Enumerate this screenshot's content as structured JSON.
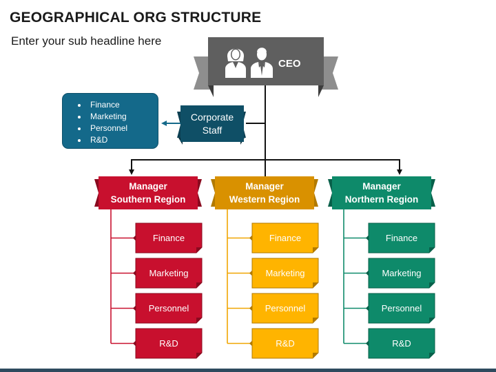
{
  "header": {
    "title": "GEOGRAPHICAL ORG STRUCTURE",
    "subtitle": "Enter your sub headline here"
  },
  "ceo": {
    "label": "CEO",
    "icons": [
      "businesswoman-icon",
      "businessman-icon"
    ]
  },
  "corporate_staff": {
    "label_line1": "Corporate",
    "label_line2": "Staff",
    "items": [
      "Finance",
      "Marketing",
      "Personnel",
      "R&D"
    ]
  },
  "regions": [
    {
      "title_line1": "Manager",
      "title_line2": "Southern Region",
      "units": [
        "Finance",
        "Marketing",
        "Personnel",
        "R&D"
      ]
    },
    {
      "title_line1": "Manager",
      "title_line2": "Western Region",
      "units": [
        "Finance",
        "Marketing",
        "Personnel",
        "R&D"
      ]
    },
    {
      "title_line1": "Manager",
      "title_line2": "Northern Region",
      "units": [
        "Finance",
        "Marketing",
        "Personnel",
        "R&D"
      ]
    }
  ],
  "colors": {
    "ceo": "#5f5f5f",
    "ceo_ribbon": "#8e8e8e",
    "corporate": "#0f4f66",
    "corporate_list": "#14698a",
    "southern": "#c8102e",
    "southern_dark": "#8a0a1f",
    "western": "#f0a500",
    "western_dark": "#b27a00",
    "northern": "#0e8a6a",
    "northern_dark": "#08604a"
  }
}
